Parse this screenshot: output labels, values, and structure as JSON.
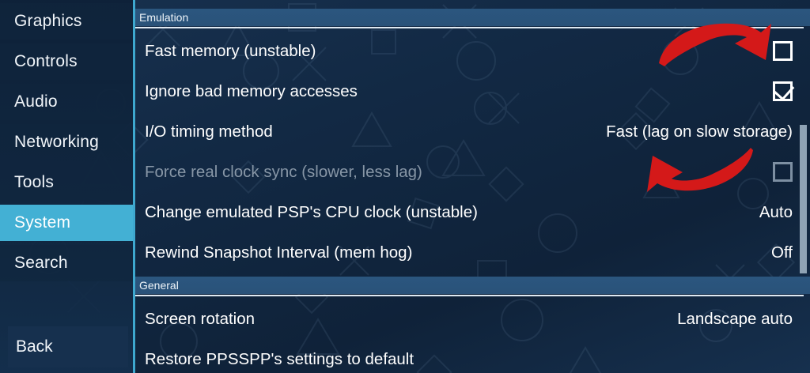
{
  "sidebar": {
    "items": [
      {
        "label": "Graphics",
        "selected": false
      },
      {
        "label": "Controls",
        "selected": false
      },
      {
        "label": "Audio",
        "selected": false
      },
      {
        "label": "Networking",
        "selected": false
      },
      {
        "label": "Tools",
        "selected": false
      },
      {
        "label": "System",
        "selected": true
      },
      {
        "label": "Search",
        "selected": false
      }
    ],
    "back_label": "Back"
  },
  "sections": [
    {
      "title": "Emulation",
      "rows": [
        {
          "label": "Fast memory (unstable)",
          "type": "checkbox",
          "checked": false,
          "disabled": false
        },
        {
          "label": "Ignore bad memory accesses",
          "type": "checkbox",
          "checked": true,
          "disabled": false
        },
        {
          "label": "I/O timing method",
          "type": "value",
          "value": "Fast (lag on slow storage)",
          "disabled": false
        },
        {
          "label": "Force real clock sync (slower, less lag)",
          "type": "checkbox",
          "checked": false,
          "disabled": true
        },
        {
          "label": "Change emulated PSP's CPU clock (unstable)",
          "type": "value",
          "value": "Auto",
          "disabled": false
        },
        {
          "label": "Rewind Snapshot Interval (mem hog)",
          "type": "value",
          "value": "Off",
          "disabled": false
        }
      ]
    },
    {
      "title": "General",
      "rows": [
        {
          "label": "Screen rotation",
          "type": "value",
          "value": "Landscape auto",
          "disabled": false
        },
        {
          "label": "Restore PPSSPP's settings to default",
          "type": "none",
          "value": "",
          "disabled": false
        }
      ]
    }
  ],
  "colors": {
    "accent": "#3ea8cf",
    "selected_item": "#43b0d4",
    "section_header": "#2b567f",
    "annotation_arrow": "#d41919",
    "disabled_text": "#8796a6",
    "scrollbar_thumb": "#8fa3b5"
  },
  "annotations": [
    {
      "name": "arrow-to-fast-memory-checkbox",
      "direction": "right-down"
    },
    {
      "name": "arrow-to-force-clock-sync",
      "direction": "left-up"
    }
  ]
}
